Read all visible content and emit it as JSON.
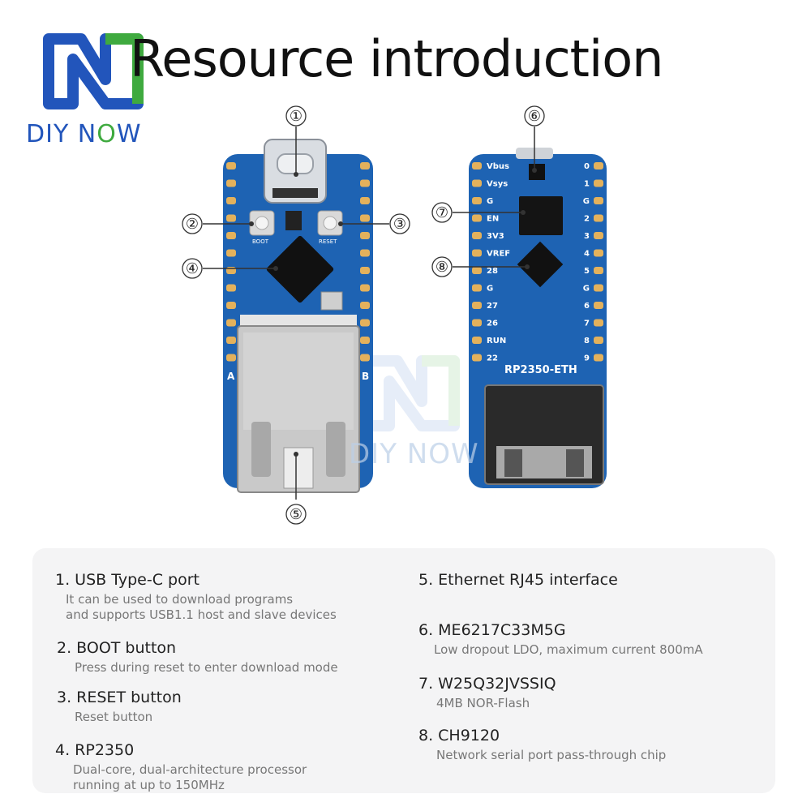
{
  "title": "Resource introduction",
  "brand": {
    "name_part1": "DIY N",
    "name_o": "O",
    "name_part2": "W",
    "watermark": "DIY NOW"
  },
  "board": {
    "front_labels": {
      "boot": "BOOT",
      "reset": "RESET",
      "side_a": "A",
      "side_b": "B"
    },
    "back_labels": {
      "model": "RP2350-ETH",
      "left_pins": [
        "Vbus",
        "Vsys",
        "G",
        "EN",
        "3V3",
        "VREF",
        "28",
        "G",
        "27",
        "26",
        "RUN",
        "22"
      ],
      "right_pins": [
        "0",
        "1",
        "G",
        "2",
        "3",
        "4",
        "5",
        "G",
        "6",
        "7",
        "8",
        "9"
      ]
    }
  },
  "callouts": [
    "①",
    "②",
    "③",
    "④",
    "⑤",
    "⑥",
    "⑦",
    "⑧"
  ],
  "items": [
    {
      "title": "1. USB Type-C port",
      "desc": [
        "It can be used to download programs",
        "and supports USB1.1 host and slave devices"
      ]
    },
    {
      "title": "2. BOOT button",
      "desc": [
        "Press during reset to enter download mode"
      ]
    },
    {
      "title": "3. RESET button",
      "desc": [
        "Reset button"
      ]
    },
    {
      "title": "4. RP2350",
      "desc": [
        "Dual-core, dual-architecture processor",
        "running at up to 150MHz"
      ]
    },
    {
      "title": "5. Ethernet RJ45 interface",
      "desc": []
    },
    {
      "title": "6. ME6217C33M5G",
      "desc": [
        "Low dropout LDO, maximum current 800mA"
      ]
    },
    {
      "title": "7. W25Q32JVSSIQ",
      "desc": [
        "4MB NOR-Flash"
      ]
    },
    {
      "title": "8. CH9120",
      "desc": [
        "Network serial port pass-through chip"
      ]
    }
  ],
  "colors": {
    "pcb": "#1e63b3",
    "pad": "#e3b15c",
    "brand_blue": "#2255bb",
    "brand_green": "#3faa3f"
  }
}
